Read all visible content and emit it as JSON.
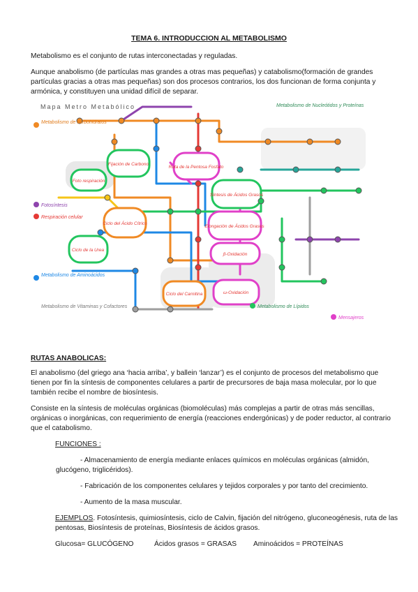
{
  "title": "TEMA 6. INTRODUCCION AL METABOLISMO",
  "intro": {
    "p1": "Metabolismo es el conjunto de rutas interconectadas y reguladas.",
    "p2_l1": " Aunque anabolismo (de partículas mas grandes a otras mas pequeñas) y catabolismo(formación de grandes",
    "p2_l2": "partículas gracias a otras mas pequeñas) son dos procesos contrarios, los dos funcionan de forma conjunta y",
    "p2_l3": "armónica, y constituyen una unidad difícil de separar."
  },
  "map": {
    "header": "Mapa Metro Metabólico",
    "labels": {
      "carbohidratos": "Metabolismo de carbohidratos",
      "nucleotidos": "Metabolismo de Nucleótidos y Proteínas",
      "fotosintesis": "Fotosíntesis",
      "respiracion": "Respiración celular",
      "aminoacidos": "Metabolismo de Aminoácidos",
      "vitaminas": "Metabolismo de Vitaminas y Cofactores",
      "lipidos": "Metabolismo de Lípidos",
      "mensajeros": "Mensajeros"
    },
    "stations": {
      "calvin": "Fijación de Carbono",
      "foto": "Foto respiración",
      "pentosa": "Ruta de la Pentosa Fosfato",
      "sintesis_ag": "Síntesis de Ácidos Grasos",
      "krebs": "Ciclo del Ácido Cítrico",
      "urea": "Ciclo de la Urea",
      "elongacion": "Elongación de Ácidos Grasos",
      "beta": "β-Oxidación",
      "carnitina": "Ciclo del Carnitina",
      "omega": "ω-Oxidación"
    }
  },
  "anabolic": {
    "heading": "RUTAS ANABOLICAS:",
    "p1_l1": "El anabolismo (del griego ana ‘hacia arriba’, y ballein ‘lanzar’) es el conjunto de procesos del metabolismo que",
    "p1_l2": "tienen por fin la síntesis de componentes celulares a partir de precursores de baja masa molecular, por lo que",
    "p1_l3": "también recibe el nombre de biosíntesis.",
    "p2_l1": " Consiste en la síntesis de moléculas orgánicas (biomoléculas) más complejas a partir de otras más sencillas,",
    "p2_l2": "orgánicas o inorgánicas, con requerimiento de energía (reacciones endergónicas) y de poder reductor, al contrario",
    "p2_l3": "que el catabolismo.",
    "functions_heading": "FUNCIONES :",
    "f1_l1": "- Almacenamiento de energía mediante enlaces químicos en moléculas orgánicas (almidón,",
    "f1_l2": "glucógeno, triglicéridos).",
    "f2": "- Fabricación de los componentes celulares y tejidos corporales y por tanto del crecimiento.",
    "f3": "- Aumento de la masa muscular.",
    "examples_label": "EJEMPLOS",
    "examples_l1": ". Fotosíntesis, quimiosíntesis, ciclo de Calvin, fijación del nitrógeno, gluconeogénesis, ruta de las",
    "examples_l2": "pentosas, Biosíntesis de proteínas, Biosíntesis de ácidos grasos.",
    "eq1": "Glucosa= GLUCÓGENO",
    "eq2": "Ácidos grasos  = GRASAS",
    "eq3": "Aminoácidos = PROTEÍNAS"
  },
  "colors": {
    "orange": "#f08a24",
    "green": "#22c55e",
    "magenta": "#e040c8",
    "red": "#e53935",
    "blue": "#1e88e5",
    "purple": "#8e44ad",
    "yellow": "#f5c518",
    "gray": "#9e9e9e",
    "teal": "#26a69a"
  }
}
